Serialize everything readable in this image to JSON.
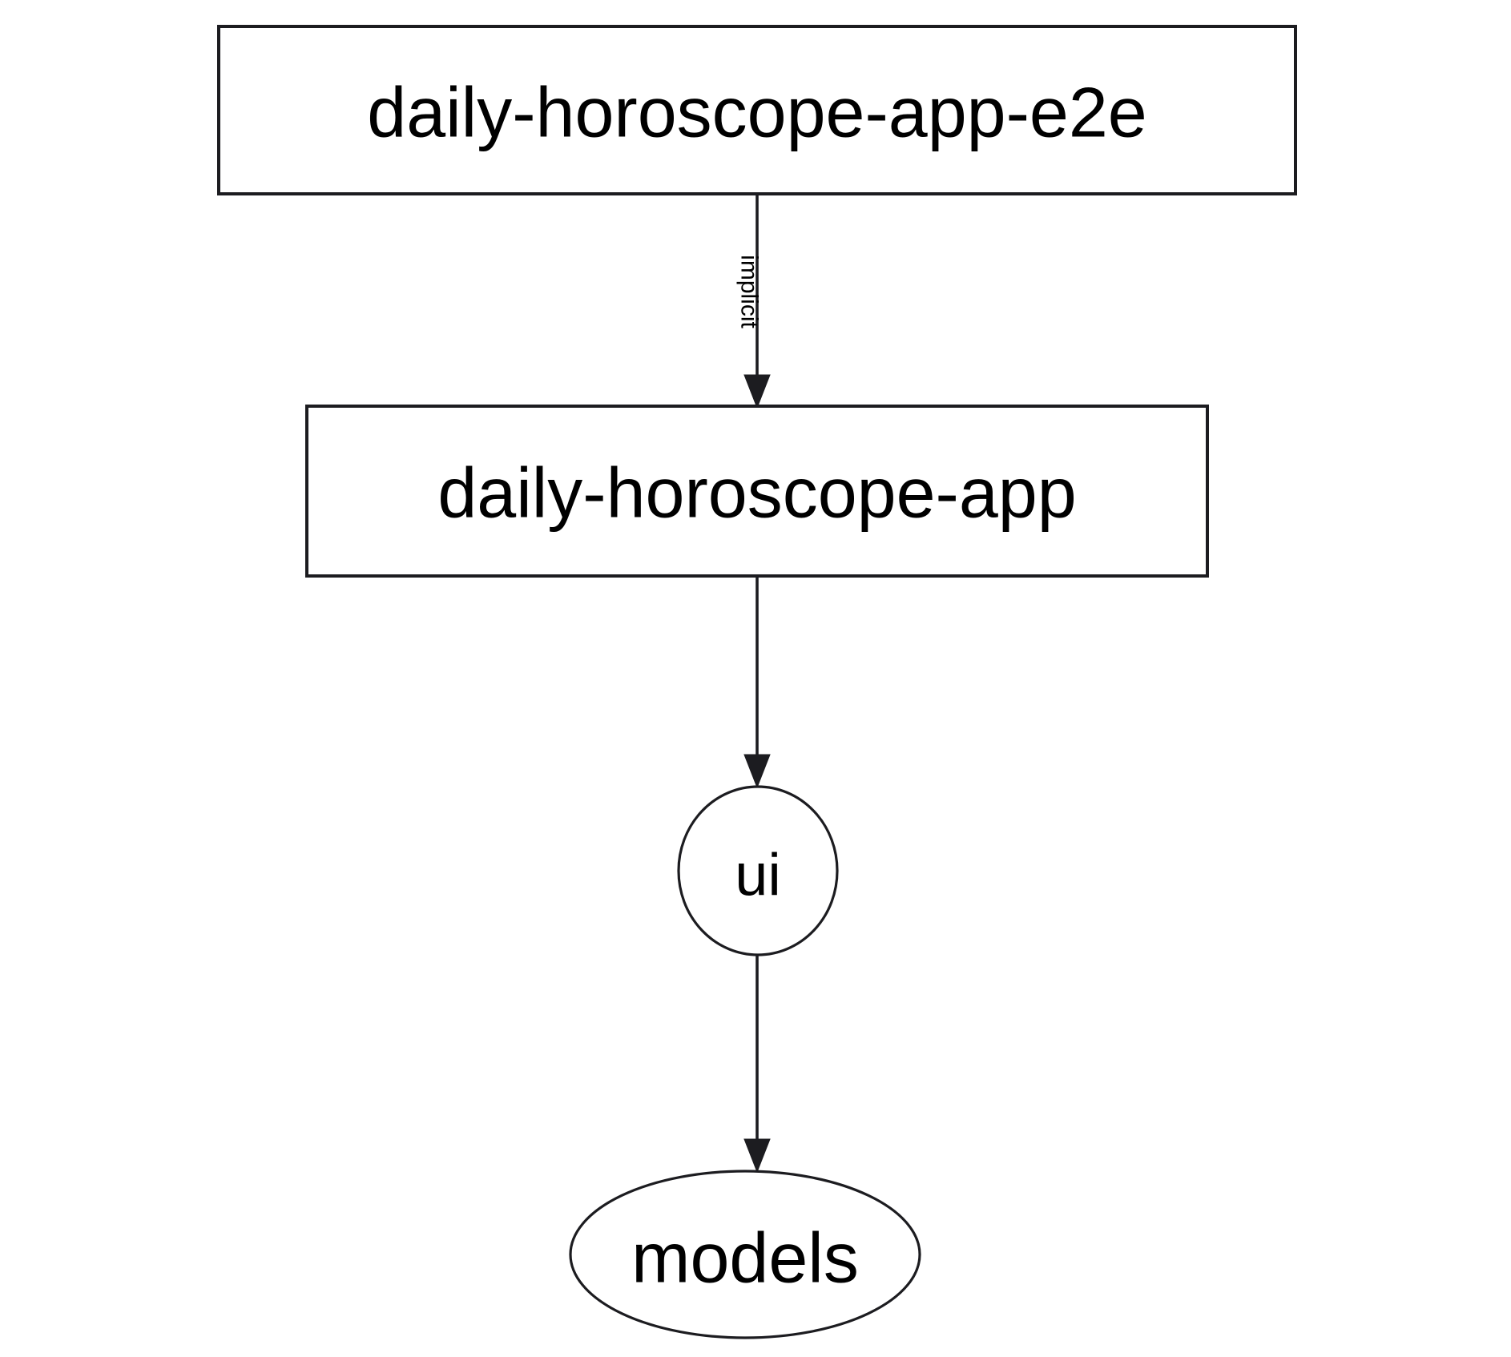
{
  "diagram": {
    "type": "dependency-graph",
    "background_color": "#ffffff",
    "stroke_color": "#1c1c20",
    "text_color": "#000000",
    "nodes": [
      {
        "id": "daily-horoscope-app-e2e",
        "label": "daily-horoscope-app-e2e",
        "shape": "rectangle",
        "font_size": 88
      },
      {
        "id": "daily-horoscope-app",
        "label": "daily-horoscope-app",
        "shape": "rectangle",
        "font_size": 88
      },
      {
        "id": "ui",
        "label": "ui",
        "shape": "ellipse",
        "font_size": 74
      },
      {
        "id": "models",
        "label": "models",
        "shape": "ellipse",
        "font_size": 88
      }
    ],
    "edges": [
      {
        "from": "daily-horoscope-app-e2e",
        "to": "daily-horoscope-app",
        "label": "implicit",
        "label_rotated": true,
        "label_font_size": 30,
        "arrowhead": "filled-triangle"
      },
      {
        "from": "daily-horoscope-app",
        "to": "ui",
        "label": "",
        "arrowhead": "filled-triangle"
      },
      {
        "from": "ui",
        "to": "models",
        "label": "",
        "arrowhead": "filled-triangle"
      }
    ]
  }
}
